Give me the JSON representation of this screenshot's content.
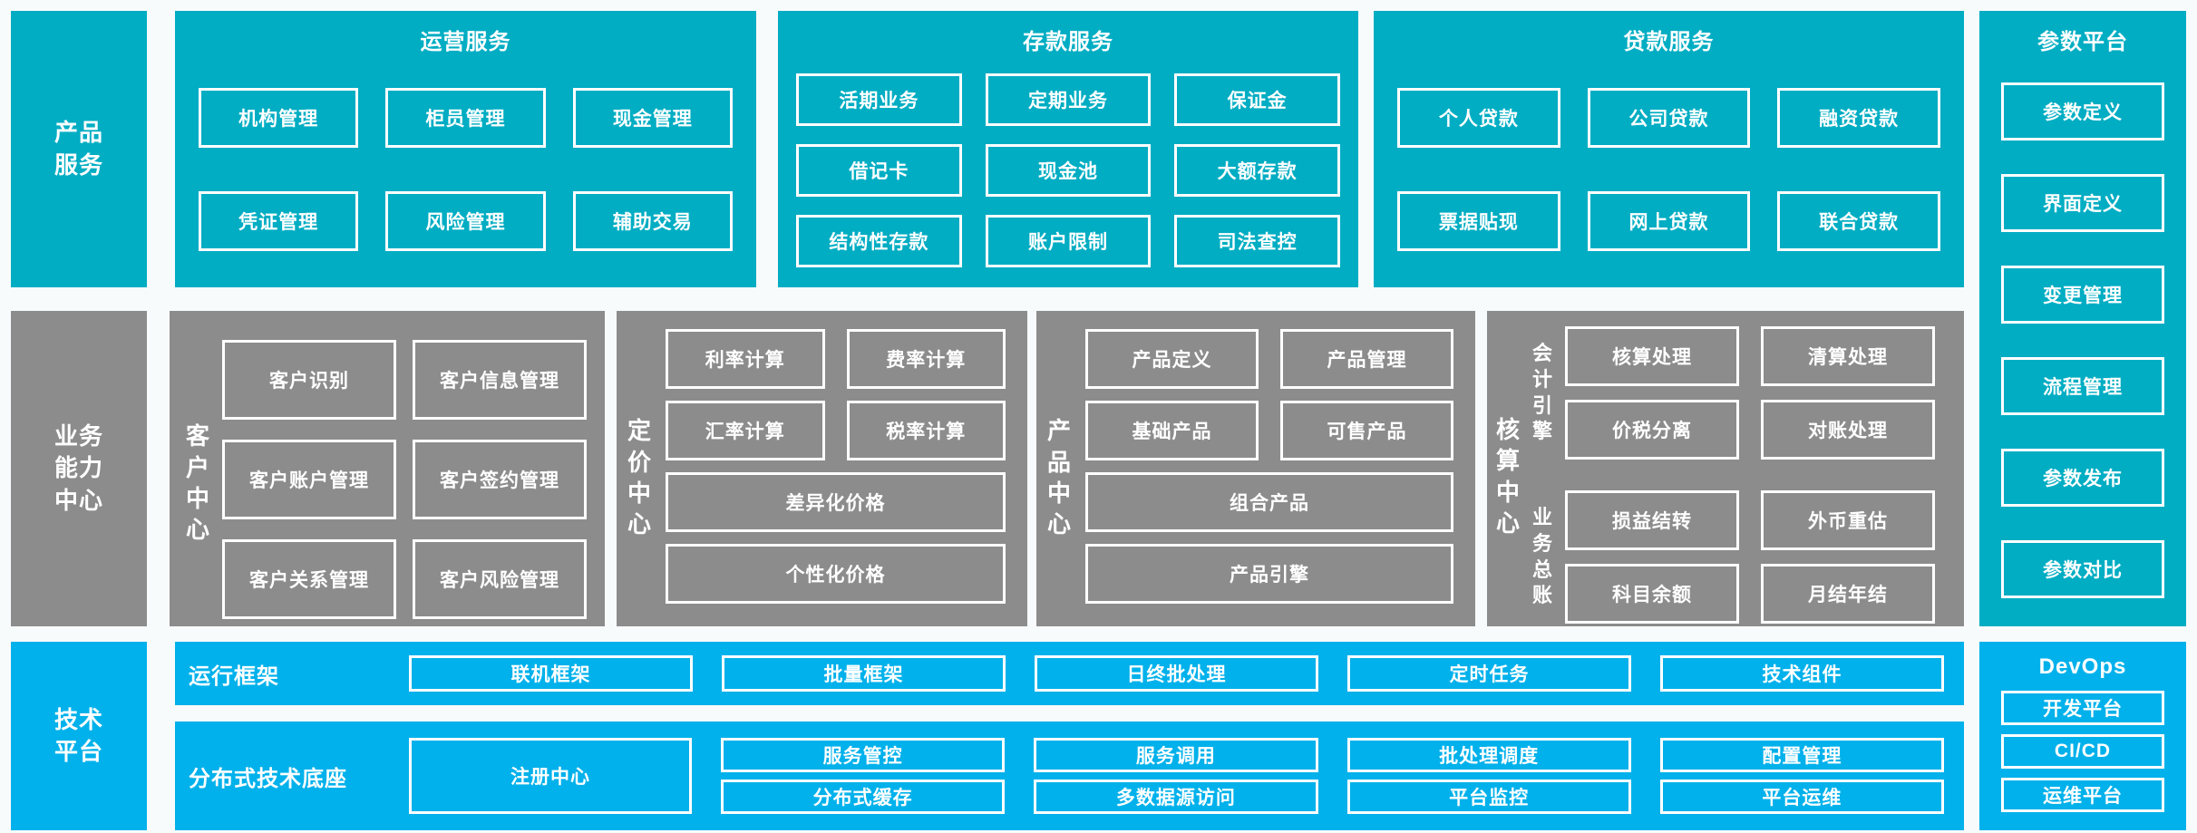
{
  "colors": {
    "teal": "#00ADC3",
    "gray": "#8C8C8C",
    "blue": "#00B1EB",
    "background": "#F8FBFC",
    "box_border": "#FFFFFF",
    "text": "#FFFFFF"
  },
  "side_labels": {
    "products": "产品服务",
    "business": "业务能力中心",
    "tech": "技术平台"
  },
  "operations": {
    "title": "运营服务",
    "boxes": [
      "机构管理",
      "柜员管理",
      "现金管理",
      "凭证管理",
      "风险管理",
      "辅助交易"
    ]
  },
  "deposits": {
    "title": "存款服务",
    "boxes": [
      "活期业务",
      "定期业务",
      "保证金",
      "借记卡",
      "现金池",
      "大额存款",
      "结构性存款",
      "账户限制",
      "司法查控"
    ]
  },
  "loans": {
    "title": "贷款服务",
    "boxes": [
      "个人贷款",
      "公司贷款",
      "融资贷款",
      "票据贴现",
      "网上贷款",
      "联合贷款"
    ]
  },
  "params": {
    "title": "参数平台",
    "boxes": [
      "参数定义",
      "界面定义",
      "变更管理",
      "流程管理",
      "参数发布",
      "参数对比"
    ]
  },
  "customer": {
    "label": "客户中心",
    "boxes": [
      "客户识别",
      "客户信息管理",
      "客户账户管理",
      "客户签约管理",
      "客户关系管理",
      "客户风险管理"
    ]
  },
  "pricing": {
    "label": "定价中心",
    "small_boxes": [
      "利率计算",
      "费率计算",
      "汇率计算",
      "税率计算"
    ],
    "wide_boxes": [
      "差异化价格",
      "个性化价格"
    ]
  },
  "product": {
    "label": "产品中心",
    "small_boxes": [
      "产品定义",
      "产品管理",
      "基础产品",
      "可售产品"
    ],
    "wide_boxes": [
      "组合产品",
      "产品引擎"
    ]
  },
  "accounting": {
    "label": "核算中心",
    "groups": [
      {
        "label": "会计引擎",
        "boxes": [
          "核算处理",
          "清算处理",
          "价税分离",
          "对账处理"
        ]
      },
      {
        "label": "业务总账",
        "boxes": [
          "损益结转",
          "外币重估",
          "科目余额",
          "月结年结"
        ]
      }
    ]
  },
  "runtime": {
    "label": "运行框架",
    "boxes": [
      "联机框架",
      "批量框架",
      "日终批处理",
      "定时任务",
      "技术组件"
    ]
  },
  "distributed": {
    "label": "分布式技术底座",
    "registry": "注册中心",
    "boxes": [
      "服务管控",
      "服务调用",
      "批处理调度",
      "配置管理",
      "分布式缓存",
      "多数据源访问",
      "平台监控",
      "平台运维"
    ]
  },
  "devops": {
    "title": "DevOps",
    "boxes": [
      "开发平台",
      "CI/CD",
      "运维平台"
    ]
  }
}
